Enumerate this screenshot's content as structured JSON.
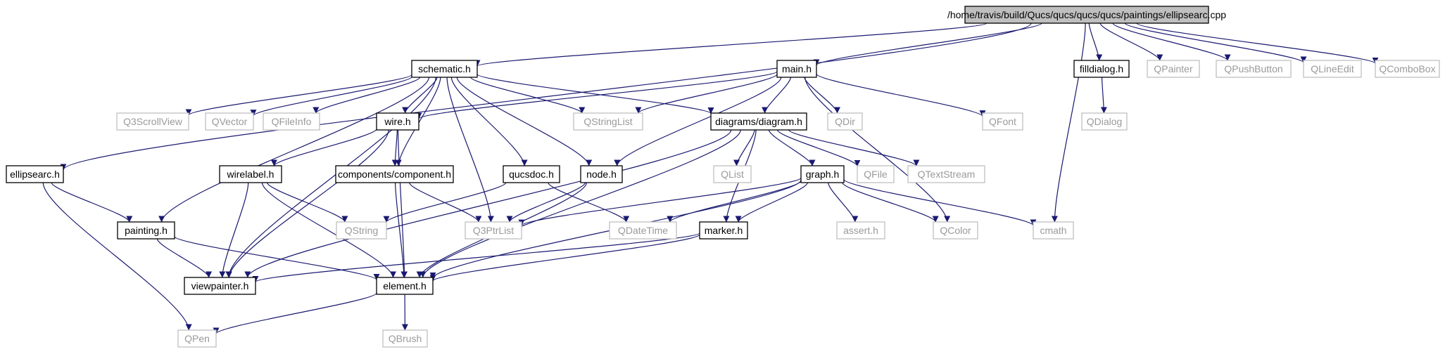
{
  "colors": {
    "edge": "#191970",
    "project_border": "#000000",
    "external_border": "#bfbfbf",
    "external_text": "#9a9a9a",
    "root_fill": "#bfbfbf"
  },
  "graph": {
    "nodes": [
      {
        "id": "root",
        "label": "/home/travis/build/Qucs/qucs/qucs/qucs/paintings/ellipsearc.cpp",
        "kind": "root"
      },
      {
        "id": "ellipsearc_h",
        "label": "ellipsearc.h",
        "kind": "project"
      },
      {
        "id": "schematic_h",
        "label": "schematic.h",
        "kind": "project"
      },
      {
        "id": "main_h",
        "label": "main.h",
        "kind": "project"
      },
      {
        "id": "filldialog_h",
        "label": "filldialog.h",
        "kind": "project"
      },
      {
        "id": "cmath",
        "label": "cmath",
        "kind": "external"
      },
      {
        "id": "QPainter",
        "label": "QPainter",
        "kind": "external"
      },
      {
        "id": "QPushButton",
        "label": "QPushButton",
        "kind": "external"
      },
      {
        "id": "QLineEdit",
        "label": "QLineEdit",
        "kind": "external"
      },
      {
        "id": "QComboBox",
        "label": "QComboBox",
        "kind": "external"
      },
      {
        "id": "QDialog",
        "label": "QDialog",
        "kind": "external"
      },
      {
        "id": "Q3ScrollView",
        "label": "Q3ScrollView",
        "kind": "external"
      },
      {
        "id": "QVector",
        "label": "QVector",
        "kind": "external"
      },
      {
        "id": "QFileInfo",
        "label": "QFileInfo",
        "kind": "external"
      },
      {
        "id": "wire_h",
        "label": "wire.h",
        "kind": "project"
      },
      {
        "id": "QStringList",
        "label": "QStringList",
        "kind": "external"
      },
      {
        "id": "diagram_h",
        "label": "diagrams/diagram.h",
        "kind": "project"
      },
      {
        "id": "QDir",
        "label": "QDir",
        "kind": "external"
      },
      {
        "id": "QFont",
        "label": "QFont",
        "kind": "external"
      },
      {
        "id": "wirelabel_h",
        "label": "wirelabel.h",
        "kind": "project"
      },
      {
        "id": "component_h",
        "label": "components/component.h",
        "kind": "project"
      },
      {
        "id": "qucsdoc_h",
        "label": "qucsdoc.h",
        "kind": "project"
      },
      {
        "id": "node_h",
        "label": "node.h",
        "kind": "project"
      },
      {
        "id": "QList",
        "label": "QList",
        "kind": "external"
      },
      {
        "id": "graph_h",
        "label": "graph.h",
        "kind": "project"
      },
      {
        "id": "QFile",
        "label": "QFile",
        "kind": "external"
      },
      {
        "id": "QTextStream",
        "label": "QTextStream",
        "kind": "external"
      },
      {
        "id": "painting_h",
        "label": "painting.h",
        "kind": "project"
      },
      {
        "id": "QString",
        "label": "QString",
        "kind": "external"
      },
      {
        "id": "Q3PtrList",
        "label": "Q3PtrList",
        "kind": "external"
      },
      {
        "id": "QDateTime",
        "label": "QDateTime",
        "kind": "external"
      },
      {
        "id": "marker_h",
        "label": "marker.h",
        "kind": "project"
      },
      {
        "id": "assert_h",
        "label": "assert.h",
        "kind": "external"
      },
      {
        "id": "QColor",
        "label": "QColor",
        "kind": "external"
      },
      {
        "id": "viewpainter_h",
        "label": "viewpainter.h",
        "kind": "project"
      },
      {
        "id": "element_h",
        "label": "element.h",
        "kind": "project"
      },
      {
        "id": "QPen",
        "label": "QPen",
        "kind": "external"
      },
      {
        "id": "QBrush",
        "label": "QBrush",
        "kind": "external"
      }
    ],
    "edges": [
      [
        "root",
        "ellipsearc_h"
      ],
      [
        "root",
        "schematic_h"
      ],
      [
        "root",
        "main_h"
      ],
      [
        "root",
        "filldialog_h"
      ],
      [
        "root",
        "cmath"
      ],
      [
        "root",
        "QPainter"
      ],
      [
        "root",
        "QPushButton"
      ],
      [
        "root",
        "QLineEdit"
      ],
      [
        "root",
        "QComboBox"
      ],
      [
        "filldialog_h",
        "QDialog"
      ],
      [
        "ellipsearc_h",
        "painting_h"
      ],
      [
        "ellipsearc_h",
        "QPen"
      ],
      [
        "schematic_h",
        "Q3ScrollView"
      ],
      [
        "schematic_h",
        "QVector"
      ],
      [
        "schematic_h",
        "QFileInfo"
      ],
      [
        "schematic_h",
        "wire_h"
      ],
      [
        "schematic_h",
        "QStringList"
      ],
      [
        "schematic_h",
        "diagram_h"
      ],
      [
        "schematic_h",
        "component_h"
      ],
      [
        "schematic_h",
        "qucsdoc_h"
      ],
      [
        "schematic_h",
        "node_h"
      ],
      [
        "schematic_h",
        "painting_h"
      ],
      [
        "schematic_h",
        "Q3PtrList"
      ],
      [
        "schematic_h",
        "viewpainter_h"
      ],
      [
        "main_h",
        "wire_h"
      ],
      [
        "main_h",
        "QStringList"
      ],
      [
        "main_h",
        "diagram_h"
      ],
      [
        "main_h",
        "QDir"
      ],
      [
        "main_h",
        "QFont"
      ],
      [
        "main_h",
        "node_h"
      ],
      [
        "main_h",
        "QColor"
      ],
      [
        "wire_h",
        "wirelabel_h"
      ],
      [
        "wire_h",
        "component_h"
      ],
      [
        "wire_h",
        "viewpainter_h"
      ],
      [
        "wire_h",
        "element_h"
      ],
      [
        "wirelabel_h",
        "QString"
      ],
      [
        "wirelabel_h",
        "viewpainter_h"
      ],
      [
        "wirelabel_h",
        "element_h"
      ],
      [
        "component_h",
        "Q3PtrList"
      ],
      [
        "component_h",
        "element_h"
      ],
      [
        "qucsdoc_h",
        "QString"
      ],
      [
        "qucsdoc_h",
        "QDateTime"
      ],
      [
        "node_h",
        "Q3PtrList"
      ],
      [
        "node_h",
        "element_h"
      ],
      [
        "diagram_h",
        "QList"
      ],
      [
        "diagram_h",
        "graph_h"
      ],
      [
        "diagram_h",
        "QFile"
      ],
      [
        "diagram_h",
        "QTextStream"
      ],
      [
        "diagram_h",
        "marker_h"
      ],
      [
        "diagram_h",
        "element_h"
      ],
      [
        "diagram_h",
        "viewpainter_h"
      ],
      [
        "graph_h",
        "Q3PtrList"
      ],
      [
        "graph_h",
        "QDateTime"
      ],
      [
        "graph_h",
        "marker_h"
      ],
      [
        "graph_h",
        "assert_h"
      ],
      [
        "graph_h",
        "QColor"
      ],
      [
        "graph_h",
        "cmath"
      ],
      [
        "graph_h",
        "element_h"
      ],
      [
        "marker_h",
        "viewpainter_h"
      ],
      [
        "marker_h",
        "element_h"
      ],
      [
        "painting_h",
        "viewpainter_h"
      ],
      [
        "painting_h",
        "element_h"
      ],
      [
        "element_h",
        "QPen"
      ],
      [
        "element_h",
        "QBrush"
      ]
    ]
  }
}
